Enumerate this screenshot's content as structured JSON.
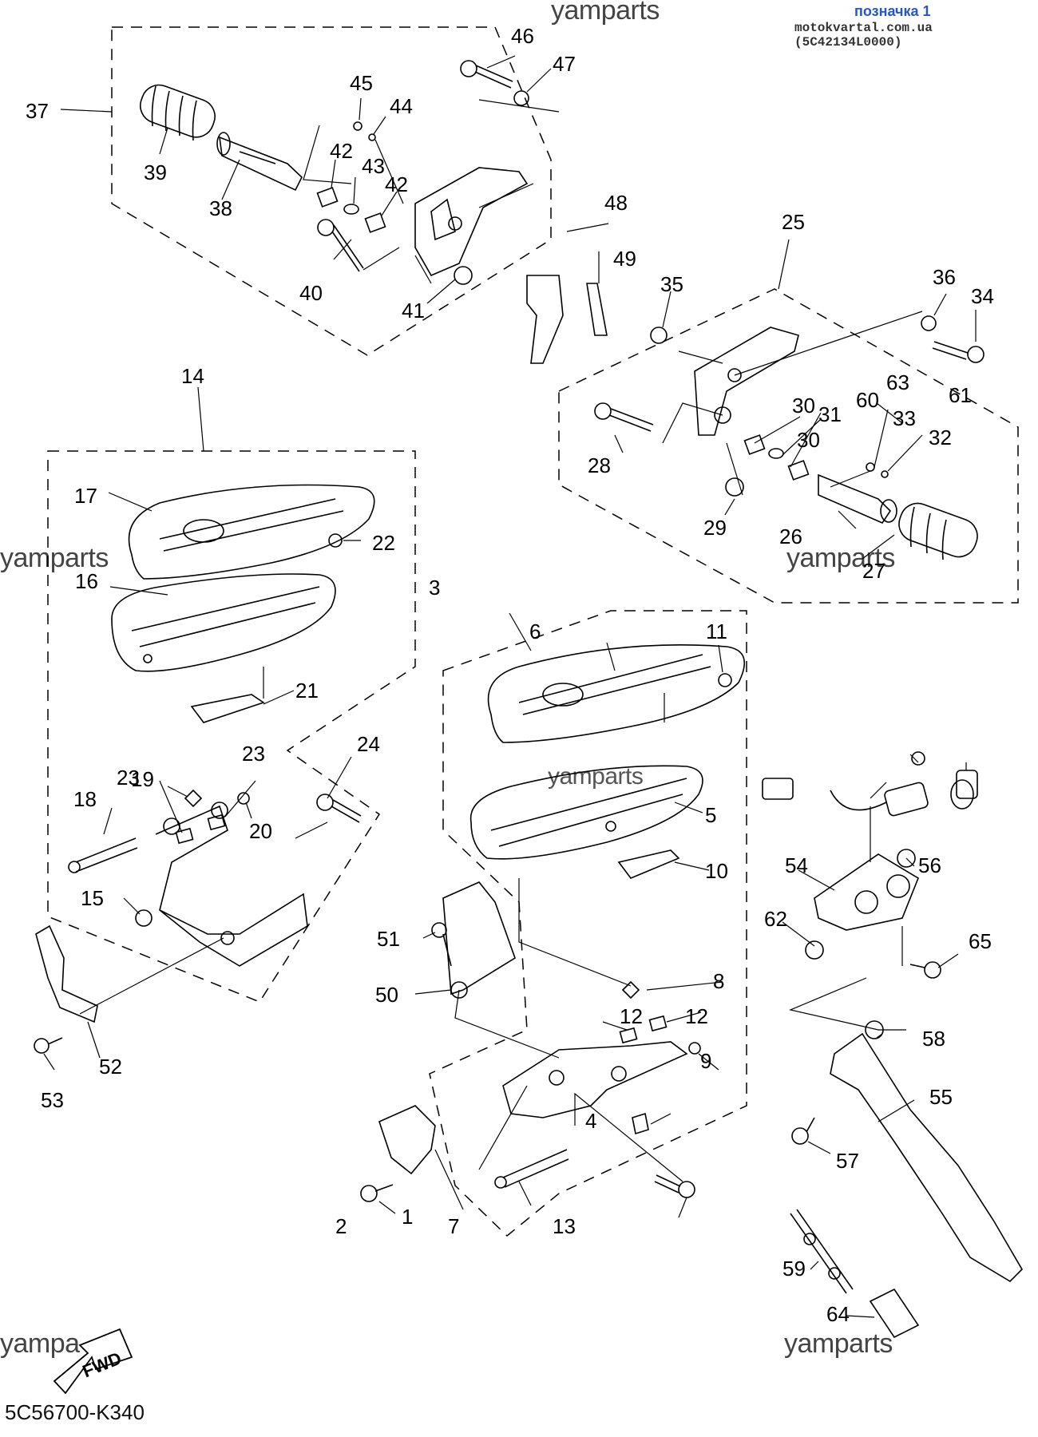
{
  "header": {
    "link_text": "позначка 1",
    "site_code": "motokvartal.com.ua (5C42134L0000)"
  },
  "watermarks": {
    "top": "yamparts",
    "left": "yamparts",
    "right": "yamparts",
    "center": "yamparts",
    "bottom_left": "yampa",
    "bottom_right": "yamparts"
  },
  "diagram_code": "5C56700-K340",
  "fwd_label": "FWD",
  "callouts": [
    "1",
    "2",
    "3",
    "4",
    "5",
    "6",
    "7",
    "8",
    "9",
    "10",
    "11",
    "12",
    "13",
    "14",
    "15",
    "16",
    "17",
    "18",
    "19",
    "20",
    "21",
    "22",
    "23",
    "24",
    "25",
    "26",
    "27",
    "28",
    "29",
    "30",
    "31",
    "32",
    "33",
    "34",
    "35",
    "36",
    "37",
    "38",
    "39",
    "40",
    "41",
    "42",
    "43",
    "44",
    "45",
    "46",
    "47",
    "48",
    "49",
    "50",
    "51",
    "52",
    "53",
    "54",
    "55",
    "56",
    "57",
    "58",
    "59",
    "60",
    "61",
    "62",
    "63",
    "64",
    "65"
  ],
  "colors": {
    "line": "#000000",
    "header_link": "#2456c8"
  }
}
